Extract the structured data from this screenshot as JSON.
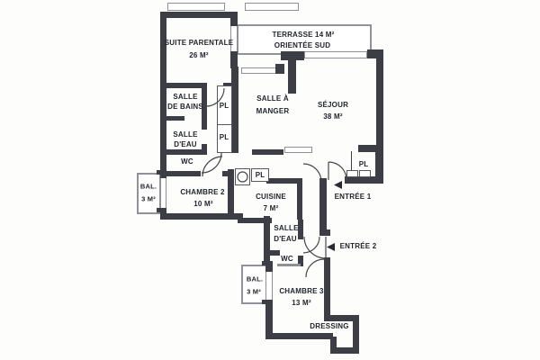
{
  "plan": {
    "rooms": {
      "suite_parentale": {
        "name": "SUITE PARENTALE",
        "area": "26 M²"
      },
      "terrasse": {
        "name": "TERRASSE 14 M²",
        "orientation": "ORIENTÉE SUD"
      },
      "salle_de_bains": {
        "line1": "SALLE",
        "line2": "DE BAINS"
      },
      "salle_a_manger": {
        "line1": "SALLE À",
        "line2": "MANGER"
      },
      "sejour": {
        "name": "SÉJOUR",
        "area": "38 M²"
      },
      "salle_eau_1": {
        "line1": "SALLE",
        "line2": "D'EAU"
      },
      "wc_1": {
        "name": "WC"
      },
      "balcon_1": {
        "name": "BAL.",
        "area": "3 M²"
      },
      "chambre_2": {
        "name": "CHAMBRE 2",
        "area": "10 M²"
      },
      "cuisine": {
        "name": "CUISINE",
        "area": "7 M²"
      },
      "entree_1": {
        "name": "ENTRÉE 1"
      },
      "entree_2": {
        "name": "ENTRÉE 2"
      },
      "salle_eau_2": {
        "line1": "SALLE",
        "line2": "D'EAU"
      },
      "wc_2": {
        "name": "WC"
      },
      "balcon_2": {
        "name": "BAL.",
        "area": "3 M²"
      },
      "chambre_3": {
        "name": "CHAMBRE 3",
        "area": "13 M²"
      },
      "dressing": {
        "name": "DRESSING"
      }
    },
    "closet_label": "PL",
    "colors": {
      "wall": "#3d3e45",
      "outline_gray": "#90919a",
      "text": "#23252e",
      "background": "#fdfdfc"
    }
  }
}
